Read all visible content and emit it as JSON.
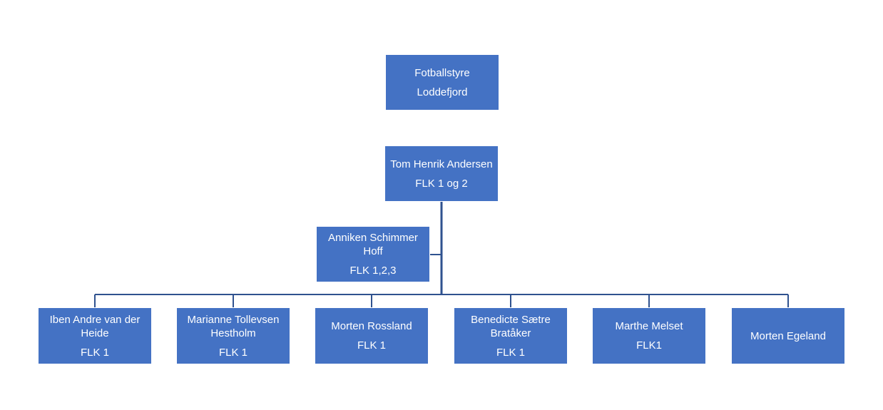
{
  "colors": {
    "box_fill": "#4472c4",
    "connector": "#2f528f",
    "text": "#ffffff"
  },
  "top": {
    "title": "Fotballstyre",
    "subtitle": "Loddefjord"
  },
  "leader": {
    "title": "Tom Henrik Andersen",
    "subtitle": "FLK 1 og 2"
  },
  "assistant": {
    "title": "Anniken Schimmer Hoff",
    "subtitle": "FLK 1,2,3"
  },
  "members": [
    {
      "title": "Iben Andre van der Heide",
      "subtitle": "FLK 1"
    },
    {
      "title": "Marianne Tollevsen Hestholm",
      "subtitle": "FLK 1"
    },
    {
      "title": "Morten Rossland",
      "subtitle": "FLK 1"
    },
    {
      "title": "Benedicte Sætre Bratåker",
      "subtitle": "FLK 1"
    },
    {
      "title": "Marthe Melset",
      "subtitle": "FLK1"
    },
    {
      "title": "Morten Egeland",
      "subtitle": ""
    }
  ]
}
